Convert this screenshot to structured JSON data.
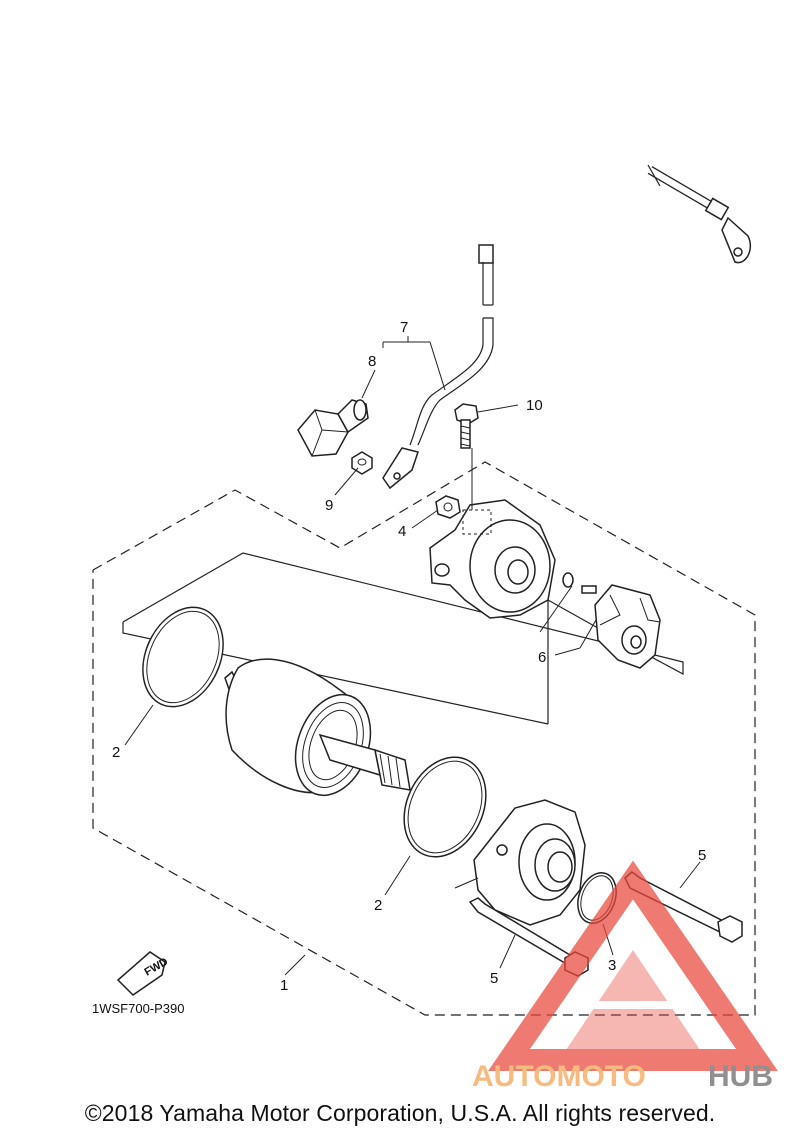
{
  "callouts": [
    {
      "id": "1",
      "text": "1"
    },
    {
      "id": "2a",
      "text": "2"
    },
    {
      "id": "2b",
      "text": "2"
    },
    {
      "id": "3",
      "text": "3"
    },
    {
      "id": "4",
      "text": "4"
    },
    {
      "id": "5a",
      "text": "5"
    },
    {
      "id": "5b",
      "text": "5"
    },
    {
      "id": "6",
      "text": "6"
    },
    {
      "id": "7",
      "text": "7"
    },
    {
      "id": "8",
      "text": "8"
    },
    {
      "id": "9",
      "text": "9"
    },
    {
      "id": "10",
      "text": "10"
    }
  ],
  "fwd_label": "FWD",
  "diagram_code": "1WSF700-P390",
  "watermark": {
    "part1": "AUTOMOTO",
    "part2": "HUB",
    "color1": "#f4a14f",
    "color2": "#666666",
    "triangle_color": "#e8473c"
  },
  "copyright": "©2018 Yamaha Motor Corporation, U.S.A. All rights reserved."
}
